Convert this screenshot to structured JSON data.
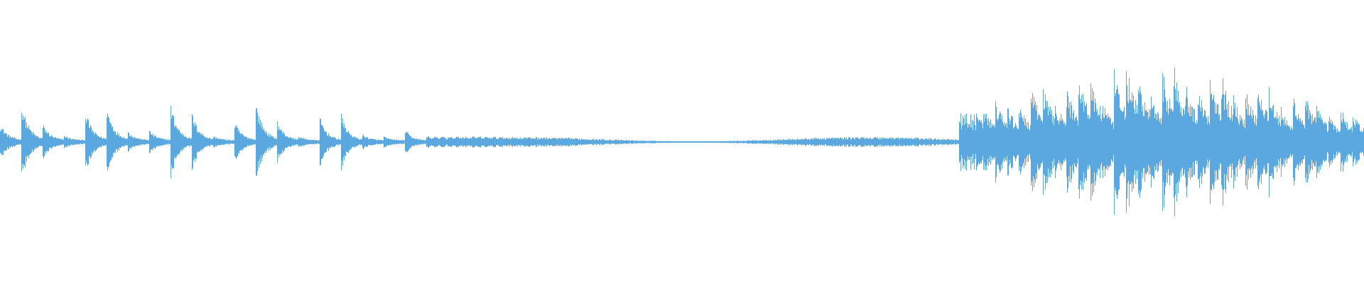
{
  "waveform": {
    "color": "#5BA8E0",
    "background": "#ffffff",
    "segments": [
      {
        "kind": "intro-hits",
        "count": 20,
        "peak": 0.42
      },
      {
        "kind": "low-sustain",
        "peak": 0.04
      },
      {
        "kind": "dense-hits",
        "count": 34,
        "peak": 0.95
      }
    ]
  }
}
